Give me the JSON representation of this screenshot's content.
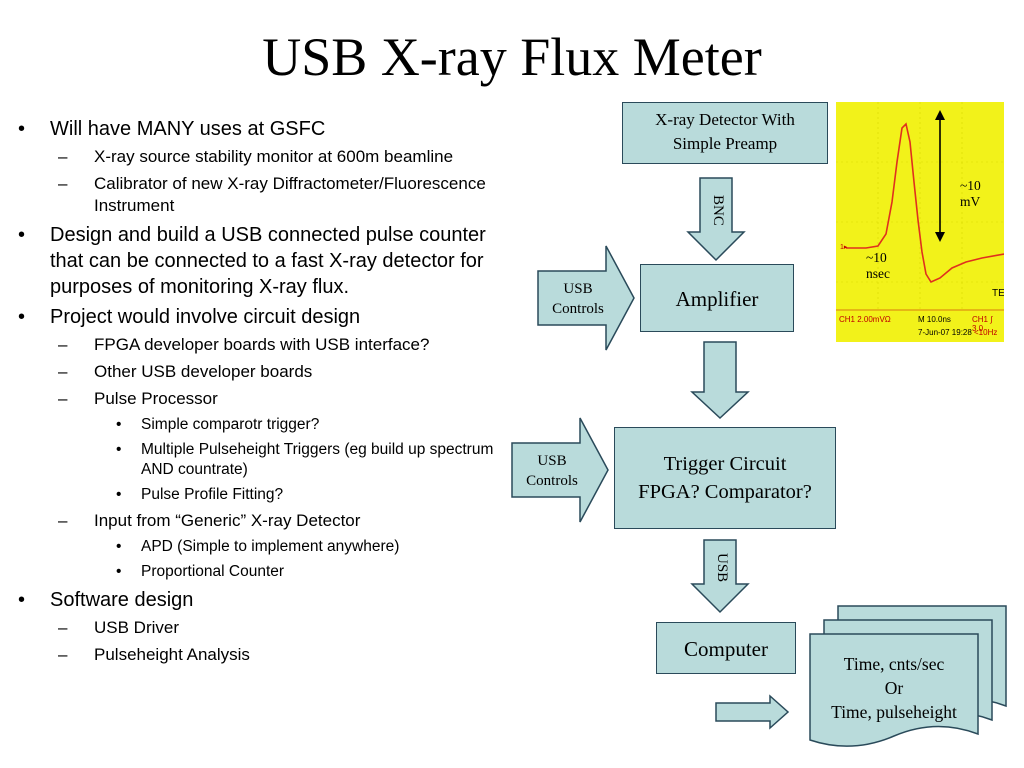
{
  "slide": {
    "title": "USB X-ray Flux Meter",
    "bullets": [
      {
        "level": 1,
        "marker": "•",
        "text": "Will have MANY uses at GSFC"
      },
      {
        "level": 2,
        "marker": "–",
        "text": "X-ray source stability monitor at 600m beamline"
      },
      {
        "level": 2,
        "marker": "–",
        "text": "Calibrator of new X-ray Diffractometer/Fluorescence Instrument"
      },
      {
        "level": 1,
        "marker": "•",
        "text": "Design and build a USB connected pulse counter that can be connected to a fast X-ray detector for purposes of monitoring X-ray flux."
      },
      {
        "level": 1,
        "marker": "•",
        "text": "Project would involve circuit design"
      },
      {
        "level": 2,
        "marker": "–",
        "text": "FPGA developer boards with USB interface?"
      },
      {
        "level": 2,
        "marker": "–",
        "text": "Other USB developer boards"
      },
      {
        "level": 2,
        "marker": "–",
        "text": "Pulse Processor"
      },
      {
        "level": 3,
        "marker": "•",
        "text": "Simple comparotr trigger?"
      },
      {
        "level": 3,
        "marker": "•",
        "text": "Multiple Pulseheight Triggers (eg build up spectrum AND countrate)"
      },
      {
        "level": 3,
        "marker": "•",
        "text": "Pulse Profile Fitting?"
      },
      {
        "level": 2,
        "marker": "–",
        "text": " Input from “Generic” X-ray Detector"
      },
      {
        "level": 3,
        "marker": "•",
        "text": "APD (Simple to implement anywhere)"
      },
      {
        "level": 3,
        "marker": "•",
        "text": "Proportional Counter"
      },
      {
        "level": 1,
        "marker": "•",
        "text": "Software design"
      },
      {
        "level": 2,
        "marker": "–",
        "text": "USB Driver"
      },
      {
        "level": 2,
        "marker": "–",
        "text": "Pulseheight Analysis"
      }
    ]
  },
  "diagram": {
    "detector": {
      "line1": "X-ray Detector With",
      "line2": "Simple Preamp"
    },
    "amplifier": "Amplifier",
    "trigger": {
      "line1": "Trigger Circuit",
      "line2": "FPGA? Comparator?"
    },
    "computer": "Computer",
    "output": {
      "line1": "Time, cnts/sec",
      "line2": "Or",
      "line3": "Time, pulseheight"
    },
    "bnc_label": "BNC",
    "usb_label": "USB",
    "usb_controls_1": {
      "line1": "USB",
      "line2": "Controls"
    },
    "usb_controls_2": {
      "line1": "USB",
      "line2": "Controls"
    },
    "scope": {
      "amp_label": {
        "line1": "~10",
        "line2": "mV"
      },
      "time_label": {
        "line1": "~10",
        "line2": "nsec"
      },
      "readouts": {
        "ch1": "CH1 2.00mVΩ",
        "m": "M 10.0ns",
        "ch1r": "CH1 ∫ 3.0",
        "date": "7-Jun-07 19:28",
        "hz": "<10Hz",
        "te": "TE"
      }
    },
    "colors": {
      "box_fill": "#b9dbdb",
      "scope_bg": "#f2f21a",
      "trace": "#e0301e"
    }
  }
}
